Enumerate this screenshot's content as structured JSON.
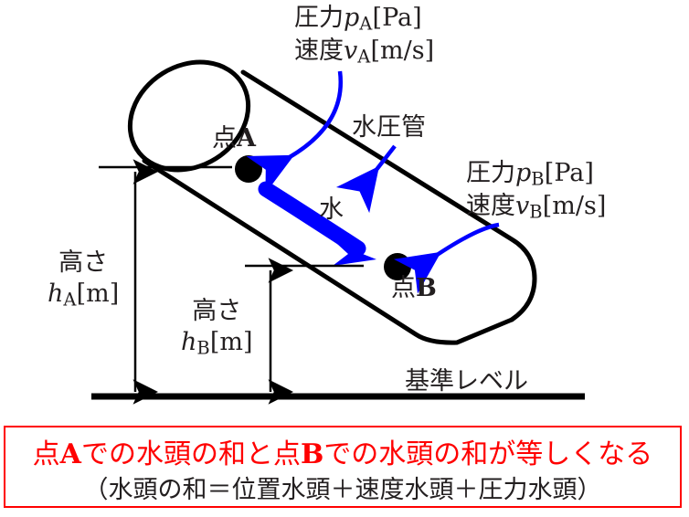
{
  "figure": {
    "title_text_present": false,
    "colors": {
      "outline": "#000000",
      "flow_arrow": "#0000ff",
      "callout_arrow": "#0000ff",
      "text": "#231f20",
      "emphasis_red": "#ff0000",
      "datum_line": "#000000"
    }
  },
  "callouts": {
    "point_a": {
      "pressure_prefix": "圧力",
      "pressure_symbol": "p",
      "pressure_subscript": "A",
      "pressure_unit": "[Pa]",
      "velocity_prefix": "速度",
      "velocity_symbol": "v",
      "velocity_subscript": "A",
      "velocity_unit": "[m/s]"
    },
    "point_b": {
      "pressure_prefix": "圧力",
      "pressure_symbol": "p",
      "pressure_subscript": "B",
      "pressure_unit": "[Pa]",
      "velocity_prefix": "速度",
      "velocity_symbol": "v",
      "velocity_subscript": "B",
      "velocity_unit": "[m/s]"
    }
  },
  "diagram": {
    "pipe_label": "水圧管",
    "water_label": "水",
    "point_a_prefix": "点",
    "point_a_name": "A",
    "point_b_prefix": "点",
    "point_b_name": "B",
    "datum_label": "基準レベル"
  },
  "heights": {
    "a": {
      "caption": "高さ",
      "symbol": "h",
      "subscript": "A",
      "unit": "[m]"
    },
    "b": {
      "caption": "高さ",
      "symbol": "h",
      "subscript": "B",
      "unit": "[m]"
    }
  },
  "conclusion": {
    "line1_part1": "点",
    "line1_a": "A",
    "line1_part2": "での水頭の和と点",
    "line1_b": "B",
    "line1_part3": "での水頭の和が等しくなる",
    "line2": "（水頭の和＝位置水頭＋速度水頭＋圧力水頭）"
  }
}
